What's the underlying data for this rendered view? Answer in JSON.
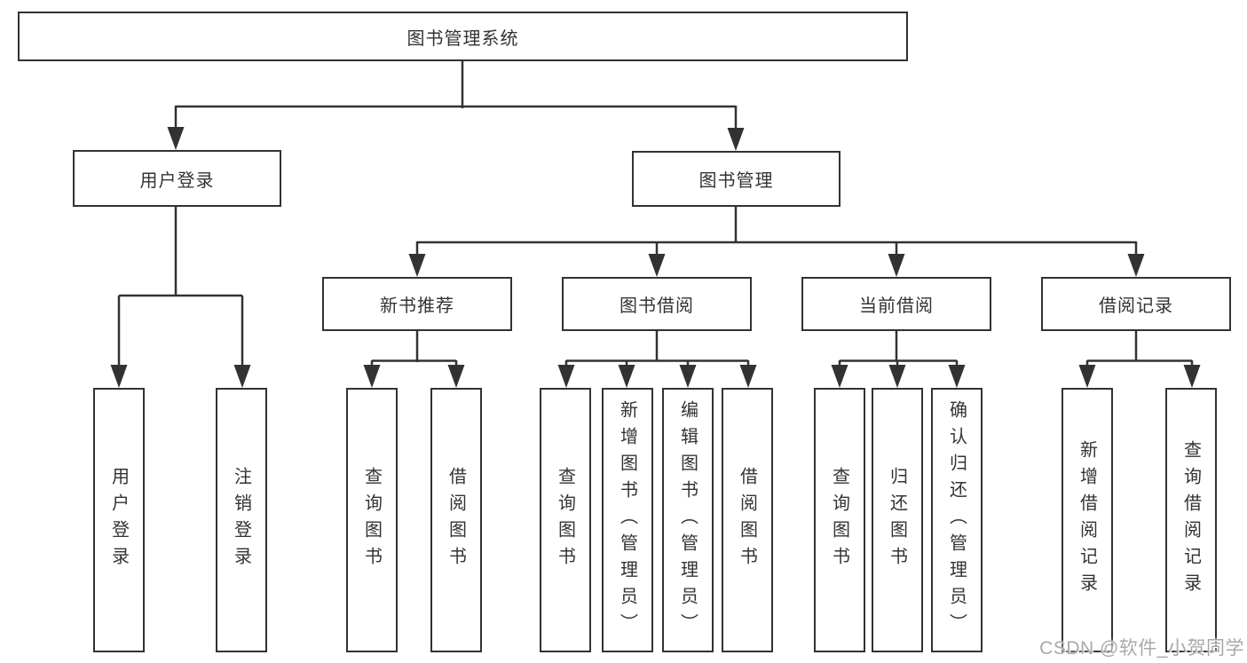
{
  "diagram_title": "图书管理系统",
  "colors": {
    "border": "#323232",
    "line": "#323232",
    "text": "#333333",
    "watermark": "#a8a8a8",
    "background": "#ffffff"
  },
  "nodes": {
    "root": {
      "label": "图书管理系统"
    },
    "user_login": {
      "label": "用户登录"
    },
    "book_management": {
      "label": "图书管理"
    },
    "new_book_recommend": {
      "label": "新书推荐"
    },
    "book_borrowing": {
      "label": "图书借阅"
    },
    "current_borrowing": {
      "label": "当前借阅"
    },
    "borrowing_records": {
      "label": "借阅记录"
    },
    "leaf_user_login": {
      "label": "用户登录"
    },
    "leaf_logout": {
      "label": "注销登录"
    },
    "leaf_recommend_query_books": {
      "label": "查询图书"
    },
    "leaf_recommend_borrow_books": {
      "label": "借阅图书"
    },
    "leaf_borrowing_query_books": {
      "label": "查询图书"
    },
    "leaf_borrowing_add_books": {
      "label": "新增图书（管理员）"
    },
    "leaf_borrowing_edit_books": {
      "label": "编辑图书（管理员）"
    },
    "leaf_borrowing_borrow_books": {
      "label": "借阅图书"
    },
    "leaf_current_query_books": {
      "label": "查询图书"
    },
    "leaf_current_return_books": {
      "label": "归还图书"
    },
    "leaf_current_confirm_return": {
      "label": "确认归还（管理员）"
    },
    "leaf_records_add_record": {
      "label": "新增借阅记录"
    },
    "leaf_records_query_record": {
      "label": "查询借阅记录"
    }
  },
  "structure": {
    "root": "图书管理系统",
    "children": [
      {
        "label": "用户登录",
        "children": [
          "用户登录",
          "注销登录"
        ]
      },
      {
        "label": "图书管理",
        "children": [
          {
            "label": "新书推荐",
            "children": [
              "查询图书",
              "借阅图书"
            ]
          },
          {
            "label": "图书借阅",
            "children": [
              "查询图书",
              "新增图书（管理员）",
              "编辑图书（管理员）",
              "借阅图书"
            ]
          },
          {
            "label": "当前借阅",
            "children": [
              "查询图书",
              "归还图书",
              "确认归还（管理员）"
            ]
          },
          {
            "label": "借阅记录",
            "children": [
              "新增借阅记录",
              "查询借阅记录"
            ]
          }
        ]
      }
    ]
  },
  "watermark": {
    "text": "CSDN @软件_小贺同学"
  }
}
